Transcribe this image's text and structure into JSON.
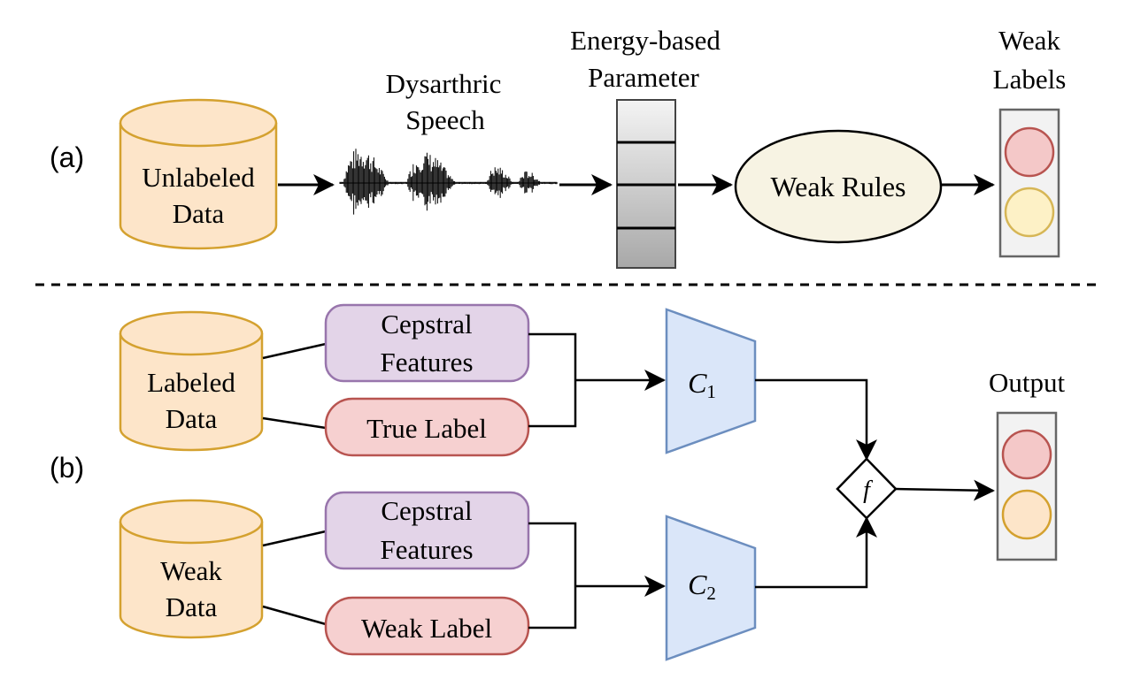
{
  "panel_a": {
    "label": "(a)",
    "unlabeled_data": [
      "Unlabeled",
      "Data"
    ],
    "dysarthric_speech": [
      "Dysarthric",
      "Speech"
    ],
    "energy_param": [
      "Energy-based",
      "Parameter"
    ],
    "weak_rules": "Weak Rules",
    "weak_labels_title": [
      "Weak",
      "Labels"
    ]
  },
  "panel_b": {
    "label": "(b)",
    "labeled_data": [
      "Labeled",
      "Data"
    ],
    "weak_data": [
      "Weak",
      "Data"
    ],
    "cepstral_features_1": [
      "Cepstral",
      "Features"
    ],
    "cepstral_features_2": [
      "Cepstral",
      "Features"
    ],
    "true_label": "True Label",
    "weak_label": "Weak Label",
    "classifier_1": {
      "main": "C",
      "sub": "1"
    },
    "classifier_2": {
      "main": "C",
      "sub": "2"
    },
    "fusion": "f",
    "output_title": "Output"
  },
  "colors": {
    "cylinder_fill": "#fde5c9",
    "cylinder_stroke": "#d4a12f",
    "feature_fill": "#e3d4e8",
    "feature_stroke": "#9875ac",
    "label_fill": "#f6d0d0",
    "label_stroke": "#b85450",
    "classifier_fill": "#dae6f9",
    "classifier_stroke": "#6c8ebf",
    "rules_fill": "#f7f3e3",
    "panel_fill": "#f2f2f2",
    "panel_stroke": "#666666",
    "red_light_fill": "#f4c8c8",
    "red_light_stroke": "#b85450",
    "yellow_light_fill": "#fdf1c6",
    "yellow_light_stroke": "#d6b656",
    "orange_light_fill": "#fde5c9",
    "orange_light_stroke": "#d4a12f"
  },
  "icons": {
    "waveform": "audio-waveform-icon",
    "traffic_light": "traffic-light-icon"
  }
}
